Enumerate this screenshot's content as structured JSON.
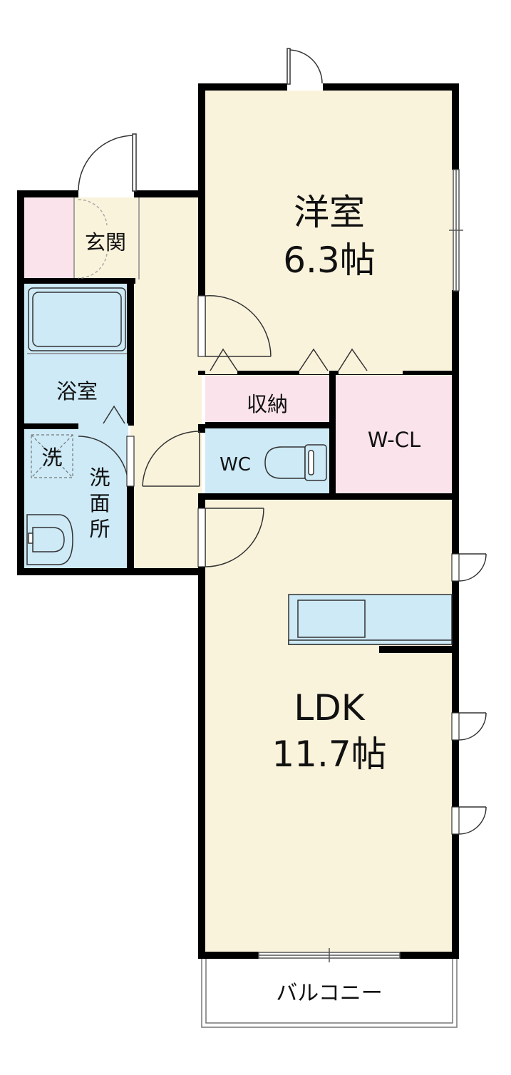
{
  "rooms": {
    "western_room": {
      "name": "洋室",
      "size": "6.3帖"
    },
    "ldk": {
      "name": "LDK",
      "size": "11.7帖"
    },
    "entrance": {
      "name": "玄関"
    },
    "bathroom": {
      "name": "浴室"
    },
    "storage": {
      "name": "収納"
    },
    "toilet": {
      "name": "WC"
    },
    "walk_in_closet": {
      "name": "W-CL"
    },
    "washroom": {
      "line1": "洗",
      "line2": "面",
      "line3": "所"
    },
    "washer_mark": {
      "label": "洗"
    },
    "balcony": {
      "name": "バルコニー"
    }
  },
  "colors": {
    "floor": "#faf3dc",
    "wet_area": "#cdeaf6",
    "closet": "#fbe3ec",
    "wall": "#000000"
  },
  "icons": [
    "door-swing-icon",
    "toilet-icon",
    "bathtub-icon",
    "washbasin-icon",
    "washer-icon",
    "kitchen-counter-icon",
    "window-icon"
  ]
}
